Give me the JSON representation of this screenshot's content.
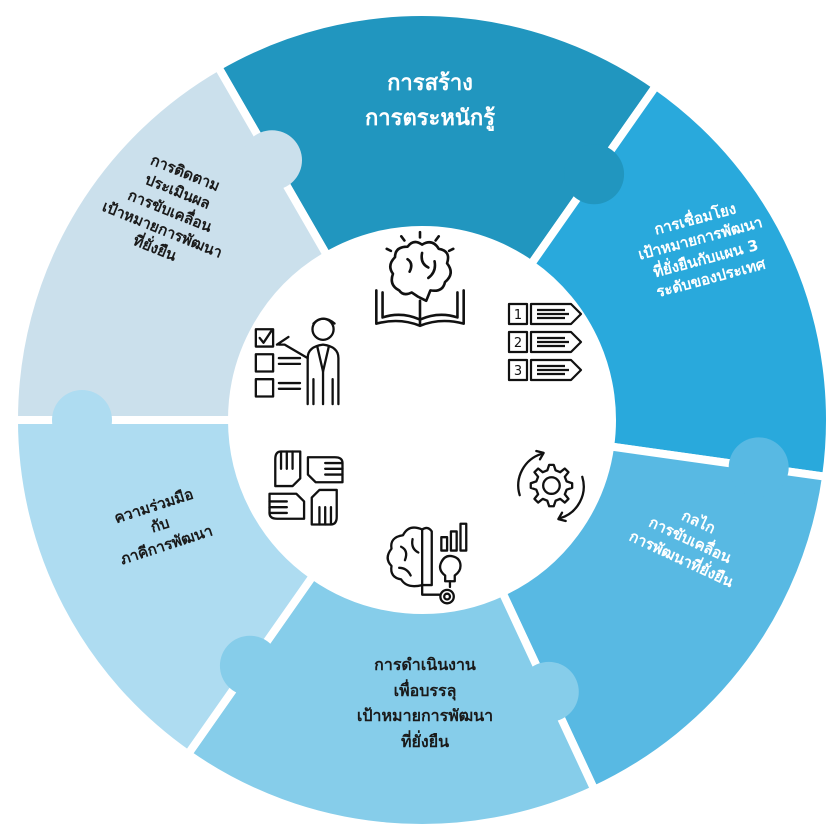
{
  "diagram": {
    "segments": [
      {
        "id": "awareness",
        "lines": [
          "การสร้าง",
          "การตระหนักรู้"
        ],
        "color": "#2196bf"
      },
      {
        "id": "linking",
        "lines": [
          "การเชื่อมโยง",
          "เป้าหมายการพัฒนา",
          "ที่ยั่งยืนกับแผน 3",
          "ระดับของประเทศ"
        ],
        "color": "#29a9dc"
      },
      {
        "id": "mechanism",
        "lines": [
          "กลไก",
          "การขับเคลื่อน",
          "การพัฒนาที่ยั่งยืน"
        ],
        "color": "#58b9e3"
      },
      {
        "id": "implementation",
        "lines": [
          "การดำเนินงาน",
          "เพื่อบรรลุ",
          "เป้าหมายการพัฒนา",
          "ที่ยั่งยืน"
        ],
        "color": "#86cdea"
      },
      {
        "id": "cooperation",
        "lines": [
          "ความร่วมมือ",
          "กับ",
          "ภาคีการพัฒนา"
        ],
        "color": "#aedcf1"
      },
      {
        "id": "monitoring",
        "lines": [
          "การติดตาม",
          "ประเมินผล",
          "การขับเคลื่อน",
          "เป้าหมายการพัฒนา",
          "ที่ยั่งยืน"
        ],
        "color": "#cbe0ec"
      }
    ],
    "center_icons": [
      {
        "name": "brain-book-icon"
      },
      {
        "name": "numbered-list-icon",
        "labels": [
          "1",
          "2",
          "3"
        ]
      },
      {
        "name": "gear-cycle-icon"
      },
      {
        "name": "brain-growth-icon"
      },
      {
        "name": "teamwork-hands-icon"
      },
      {
        "name": "presenter-checklist-icon"
      }
    ]
  }
}
